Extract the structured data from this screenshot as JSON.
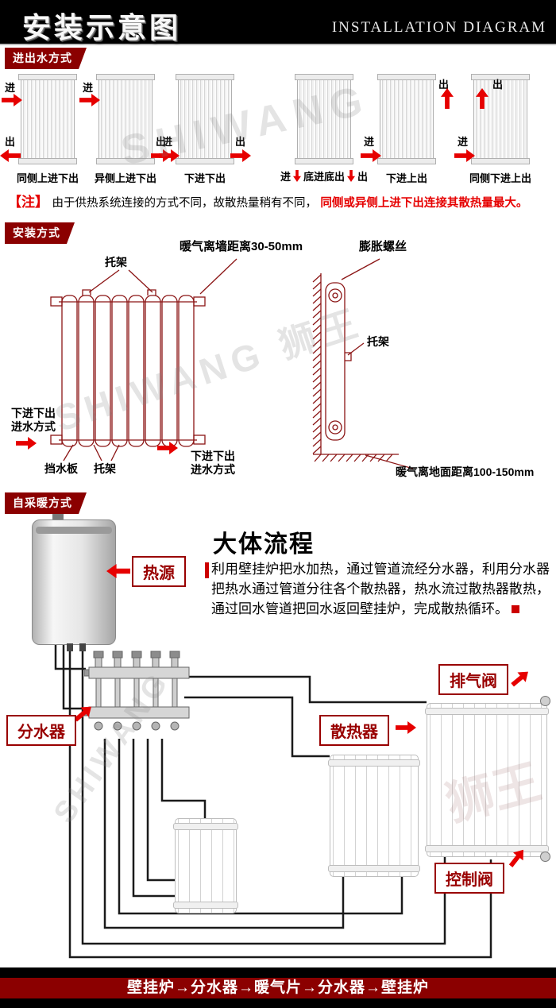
{
  "header": {
    "title": "安装示意图",
    "subtitle": "INSTALLATION DIAGRAM"
  },
  "watermark": {
    "en": "SHIWANG",
    "cn": "狮王"
  },
  "inlet": {
    "badge": "进出水方式",
    "in": "进",
    "out": "出",
    "types": [
      "同侧上进下出",
      "异侧上进下出",
      "下进下出",
      "底进底出",
      "下进上出",
      "同侧下进上出"
    ],
    "note_prefix": "【注】",
    "note_black": "由于供热系统连接的方式不同，故散热量稍有不同，",
    "note_red": "同侧或异侧上进下出连接其散热量最大。"
  },
  "install": {
    "badge": "安装方式",
    "bracket": "托架",
    "wall_distance": "暖气离墙距离30-50mm",
    "expansion_screw": "膨胀螺丝",
    "water_baffle": "挡水板",
    "inlet_mode": "下进下出\n进水方式",
    "floor_distance": "暖气离地面距离100-150mm"
  },
  "heating": {
    "badge": "自采暖方式",
    "title": "大体流程",
    "paragraph": "利用壁挂炉把水加热，通过管道流经分水器，利用分水器把热水通过管道分往各个散热器，热水流过散热器散热，通过回水管道把回水返回壁挂炉，完成散热循环。",
    "heat_source": "热源",
    "manifold": "分水器",
    "exhaust_valve": "排气阀",
    "radiator": "散热器",
    "control_valve": "控制阀"
  },
  "footer": {
    "text": "壁挂炉→分水器→暖气片→分水器→壁挂炉"
  }
}
